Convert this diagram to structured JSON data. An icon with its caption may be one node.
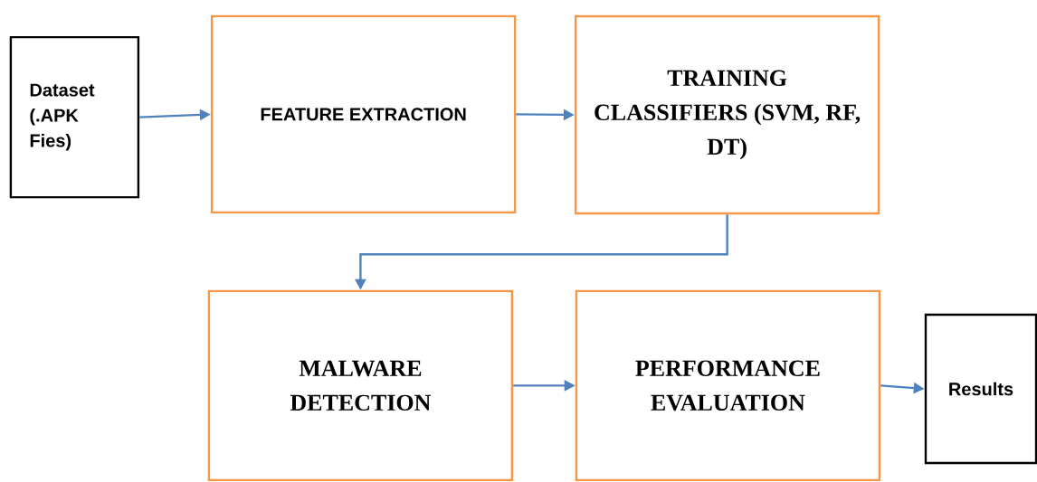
{
  "diagram": {
    "nodes": [
      {
        "text": [
          "Dataset (.APK Fies)"
        ]
      },
      {
        "text": [
          "FEATURE EXTRACTION"
        ]
      },
      {
        "text": [
          "TRAINING CLASSIFIERS (SVM, RF, DT)"
        ]
      },
      {
        "text": [
          "MALWARE DETECTION"
        ]
      },
      {
        "text": [
          "PERFORMANCE EVALUATION"
        ]
      },
      {
        "text": [
          "Results"
        ]
      }
    ],
    "edges": [
      {
        "from": 0,
        "to": 1,
        "arrow": "to"
      },
      {
        "from": 1,
        "to": 2,
        "arrow": "to"
      },
      {
        "from": 2,
        "to": 3,
        "arrow": "to"
      },
      {
        "from": 3,
        "to": 4,
        "arrow": "to"
      },
      {
        "from": 4,
        "to": 5,
        "arrow": "to"
      }
    ]
  }
}
